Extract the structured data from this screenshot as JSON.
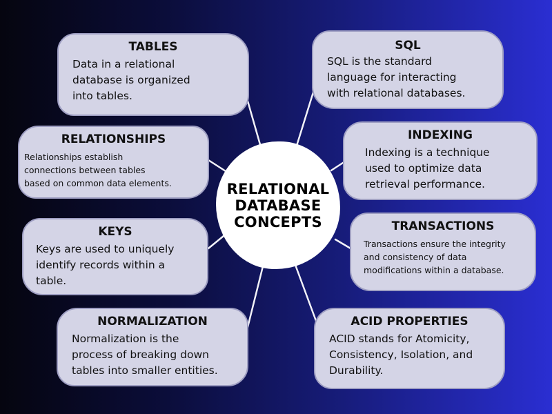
{
  "center": {
    "title": "RELATIONAL DATABASE CONCEPTS"
  },
  "cards": {
    "tables": {
      "title": "TABLES",
      "lines": [
        "Data in a relational",
        "database is organized",
        "into tables."
      ]
    },
    "relationships": {
      "title": "RELATIONSHIPS",
      "lines": [
        "Relationships establish",
        "connections between tables",
        "based on common data elements."
      ]
    },
    "keys": {
      "title": "KEYS",
      "lines": [
        "Keys are used to uniquely",
        "identify records within a",
        "table."
      ]
    },
    "normalization": {
      "title": "NORMALIZATION",
      "lines": [
        "Normalization is the",
        "process of breaking down",
        "tables into smaller entities."
      ]
    },
    "sql": {
      "title": "SQL",
      "lines": [
        "SQL is the standard",
        "language for interacting",
        "with relational databases."
      ]
    },
    "indexing": {
      "title": "INDEXING",
      "lines": [
        "Indexing is a technique",
        "used to optimize data",
        "retrieval performance."
      ]
    },
    "transactions": {
      "title": "TRANSACTIONS",
      "lines": [
        "Transactions ensure the integrity",
        "and consistency of data",
        "modifications within a database."
      ]
    },
    "acid": {
      "title": "ACID PROPERTIES",
      "lines": [
        "ACID stands for Atomicity,",
        "Consistency, Isolation, and",
        "Durability."
      ]
    }
  }
}
